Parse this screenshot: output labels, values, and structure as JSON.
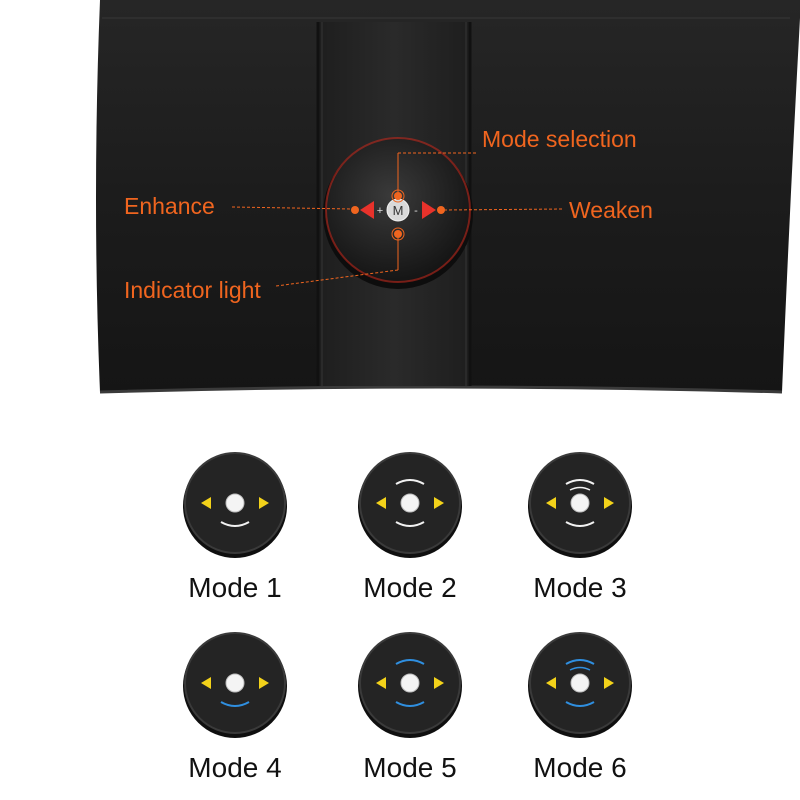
{
  "callouts": {
    "mode_selection": "Mode selection",
    "enhance": "Enhance",
    "weaken": "Weaken",
    "indicator_light": "Indicator light"
  },
  "controller": {
    "center_button": "M",
    "plus_sign": "+",
    "minus_sign": "-"
  },
  "modes": [
    {
      "label": "Mode 1",
      "arc_color": "#f2f2f2"
    },
    {
      "label": "Mode 2",
      "arc_color": "#f2f2f2"
    },
    {
      "label": "Mode 3",
      "arc_color": "#f2f2f2"
    },
    {
      "label": "Mode 4",
      "arc_color": "#2f8fe0"
    },
    {
      "label": "Mode 5",
      "arc_color": "#2f8fe0"
    },
    {
      "label": "Mode 6",
      "arc_color": "#2f8fe0"
    }
  ],
  "colors": {
    "callout_text": "#f0651f",
    "belt": "#1b1b1b",
    "arrow_red": "#e8322b",
    "arrow_yellow": "#f3d21a",
    "mode_label": "#111111"
  }
}
